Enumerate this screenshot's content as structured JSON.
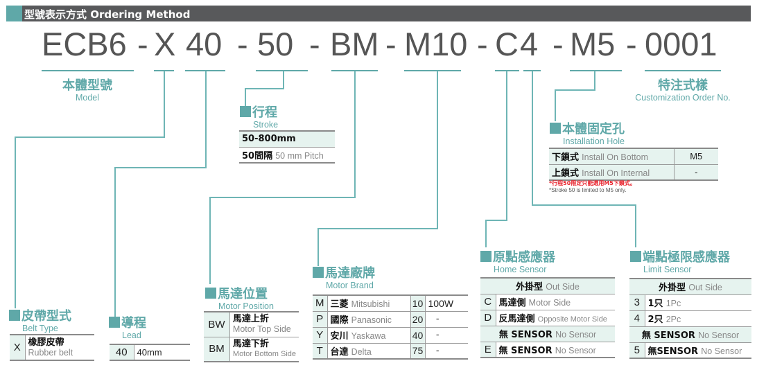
{
  "header": {
    "title": "型號表示方式 Ordering Method"
  },
  "colors": {
    "accent": "#5fa8a8",
    "header_bg": "#58595b",
    "row_shade": "#e6f3ef",
    "note_red": "#e8202a"
  },
  "code": {
    "model": "ECB6",
    "sep1": "-",
    "belt": "X",
    "lead": "40",
    "sep2": "-",
    "stroke": "50",
    "sep3": "-",
    "motor_position": "BM",
    "sep4": "-",
    "motor_brand": "M10",
    "sep5": "-",
    "home_sensor": "C",
    "limit_sensor": "4",
    "sep6": "-",
    "install_hole": "M5",
    "sep7": "-",
    "custom": "0001"
  },
  "model": {
    "zh": "本體型號",
    "en": "Model"
  },
  "custom": {
    "zh": "特注式樣",
    "en": "Customization Order No."
  },
  "stroke": {
    "zh": "行程",
    "en": "Stroke",
    "rows": [
      {
        "main": "50-800mm",
        "sub": ""
      },
      {
        "main": "50間隔",
        "sub": "50 mm Pitch"
      }
    ]
  },
  "install_hole": {
    "zh": "本體固定孔",
    "en": "Installation Hole",
    "rows": [
      {
        "zh": "下鎖式",
        "en": "Install On Bottom",
        "value": "M5"
      },
      {
        "zh": "上鎖式",
        "en": "Install On Internal",
        "value": "-"
      }
    ],
    "note_zh": "*行程50限定只能選用M5下鎖式。",
    "note_en": "*Stroke 50 is limited to M5 only."
  },
  "belt_type": {
    "zh": "皮帶型式",
    "en": "Belt Type",
    "rows": [
      {
        "key": "X",
        "zh": "橡膠皮帶",
        "en": "Rubber belt"
      }
    ]
  },
  "lead": {
    "zh": "導程",
    "en": "Lead",
    "rows": [
      {
        "key": "40",
        "value": "40mm"
      }
    ]
  },
  "motor_position": {
    "zh": "馬達位置",
    "en": "Motor Position",
    "rows": [
      {
        "key": "BW",
        "zh": "馬達上折",
        "en": "Motor Top Side"
      },
      {
        "key": "BM",
        "zh": "馬達下折",
        "en": "Motor Bottom Side"
      }
    ]
  },
  "motor_brand": {
    "zh": "馬達廠牌",
    "en": "Motor Brand",
    "rows": [
      {
        "key": "M",
        "zh": "三菱",
        "en": "Mitsubishi",
        "code": "10",
        "power": "100W"
      },
      {
        "key": "P",
        "zh": "國際",
        "en": "Panasonic",
        "code": "20",
        "power": "-"
      },
      {
        "key": "Y",
        "zh": "安川",
        "en": "Yaskawa",
        "code": "40",
        "power": "-"
      },
      {
        "key": "T",
        "zh": "台達",
        "en": "Delta",
        "code": "75",
        "power": "-"
      }
    ]
  },
  "home_sensor": {
    "zh": "原點感應器",
    "en": "Home Sensor",
    "group1": {
      "zh": "外掛型",
      "en": "Out Side"
    },
    "rows1": [
      {
        "key": "C",
        "zh": "馬達側",
        "en": "Motor Side"
      },
      {
        "key": "D",
        "zh": "反馬達側",
        "en": "Opposite Motor Side"
      }
    ],
    "group2": {
      "zh": "無 SENSOR",
      "en": "No Sensor"
    },
    "rows2": [
      {
        "key": "E",
        "zh": "無 SENSOR",
        "en": "No Sensor"
      }
    ]
  },
  "limit_sensor": {
    "zh": "端點極限感應器",
    "en": "Limit Sensor",
    "group1": {
      "zh": "外掛型",
      "en": "Out Side"
    },
    "rows1": [
      {
        "key": "3",
        "zh": "1只",
        "en": "1Pc"
      },
      {
        "key": "4",
        "zh": "2只",
        "en": "2Pc"
      }
    ],
    "group2": {
      "zh": "無 SENSOR",
      "en": "No Sensor"
    },
    "rows2": [
      {
        "key": "5",
        "zh": "無SENSOR",
        "en": "No Sensor"
      }
    ]
  }
}
